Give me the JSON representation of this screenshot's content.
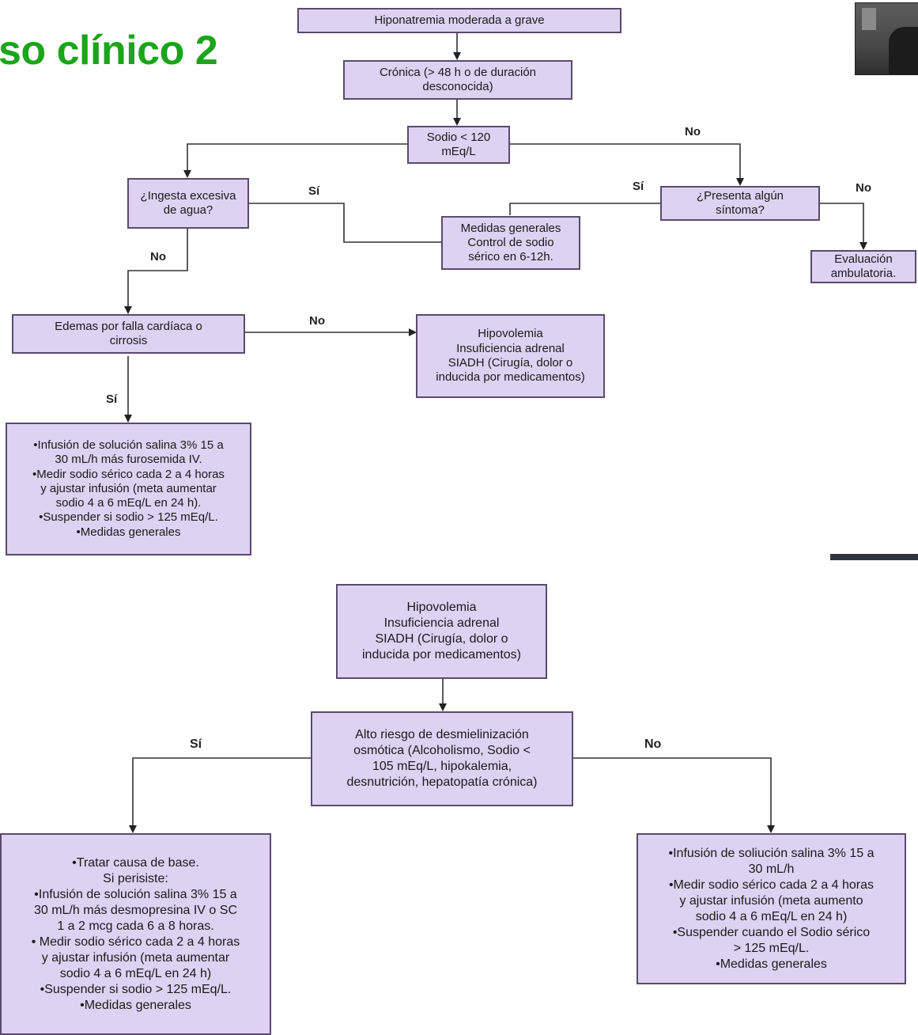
{
  "slide1": {
    "title": "so clínico 2",
    "nodes": {
      "hipo": [
        "Hiponatremia moderada a grave"
      ],
      "cronica": [
        "Crónica (> 48 h  o de duración",
        "desconocida)"
      ],
      "sodio": [
        "Sodio < 120",
        "mEq/L"
      ],
      "ingesta": [
        "¿Ingesta excesiva",
        "de agua?"
      ],
      "medidas": [
        "Medidas generales",
        "Control de sodio",
        "sérico en 6-12h."
      ],
      "presenta": [
        "¿Presenta algún",
        "síntoma?"
      ],
      "evaluacion": [
        "Evaluación",
        "ambulatoria."
      ],
      "edemas": [
        "Edemas por falla cardíaca o",
        "cirrosis"
      ],
      "hipovolemia": [
        "Hipovolemia",
        "Insuficiencia adrenal",
        "SIADH (Cirugía, dolor o",
        "inducida por medicamentos)"
      ],
      "infusion": [
        "•Infusión de solución salina 3% 15 a",
        "30 mL/h más furosemida IV.",
        "•Medir sodio sérico cada 2 a 4 horas",
        "y ajustar infusión (meta aumentar",
        "sodio 4 a 6 mEq/L en 24 h).",
        "•Suspender si sodio > 125 mEq/L.",
        "•Medidas generales"
      ]
    },
    "labels": {
      "no_sodio": "No",
      "si_ingesta": "Sí",
      "si_presenta": "Sí",
      "no_presenta": "No",
      "no_ingesta": "No",
      "no_edemas": "No",
      "si_edemas": "Sí"
    }
  },
  "slide2": {
    "nodes": {
      "hipovolemia": [
        "Hipovolemia",
        "Insuficiencia adrenal",
        "SIADH (Cirugía, dolor o",
        "inducida por medicamentos)"
      ],
      "alto": [
        "Alto riesgo de desmielinización",
        "osmótica (Alcoholismo, Sodio <",
        "105 mEq/L, hipokalemia,",
        "desnutrición, hepatopatía crónica)"
      ],
      "tratar": [
        "•Tratar causa de base.",
        "Si perisiste:",
        "•Infusión de solución salina 3% 15 a",
        "30 mL/h más desmopresina IV o SC",
        "1 a 2 mcg cada 6 a 8 horas.",
        "• Medir sodio sérico cada 2 a 4 horas",
        "y ajustar infusión (meta aumentar",
        "sodio 4 a 6 mEq/L en 24 h)",
        "•Suspender si sodio > 125 mEq/L.",
        "•Medidas generales"
      ],
      "infusion": [
        "•Infusión de soliución salina 3% 15 a",
        "30 mL/h",
        "•Medir sodio sérico cada 2 a 4 horas",
        "y ajustar infusión (meta aumento",
        "sodio 4 a 6 mEq/L en 24 h)",
        "•Suspender cuando el  Sodio sérico",
        "> 125 mEq/L.",
        "•Medidas generales"
      ]
    },
    "labels": {
      "si_alto": "Sí",
      "no_alto": "No"
    }
  },
  "colors": {
    "box_fill": "#ddd2f2",
    "box_border": "#5a4a6e",
    "title": "#1aa51a"
  }
}
